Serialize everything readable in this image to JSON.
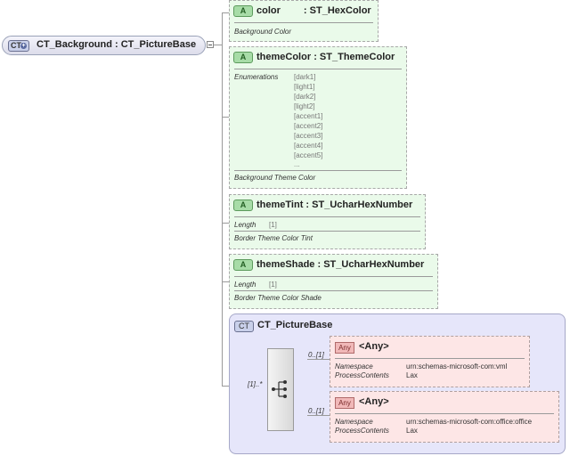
{
  "root": {
    "icon_label": "CT",
    "label": "CT_Background : CT_PictureBase"
  },
  "attributes": [
    {
      "name": "color",
      "separator": ":",
      "type": "ST_HexColor",
      "icon_label": "A",
      "description": "Background Color"
    },
    {
      "name": "themeColor",
      "separator": ":",
      "type": "ST_ThemeColor",
      "icon_label": "A",
      "facet_label": "Enumerations",
      "enumerations": [
        "[dark1]",
        "[light1]",
        "[dark2]",
        "[light2]",
        "[accent1]",
        "[accent2]",
        "[accent3]",
        "[accent4]",
        "[accent5]",
        "..."
      ],
      "description": "Background Theme Color"
    },
    {
      "name": "themeTint",
      "separator": ":",
      "type": "ST_UcharHexNumber",
      "icon_label": "A",
      "facet_label": "Length",
      "facet_value": "[1]",
      "description": "Border Theme Color Tint"
    },
    {
      "name": "themeShade",
      "separator": ":",
      "type": "ST_UcharHexNumber",
      "icon_label": "A",
      "facet_label": "Length",
      "facet_value": "[1]",
      "description": "Border Theme Color Shade"
    }
  ],
  "group": {
    "icon_label": "CT",
    "title": "CT_PictureBase",
    "occurrence": "[1]..*",
    "anys": [
      {
        "icon_label": "Any",
        "title": "<Any>",
        "occurrence": "0..[1]",
        "namespace_label": "Namespace",
        "namespace_value": "urn:schemas-microsoft-com:vml",
        "process_label": "ProcessContents",
        "process_value": "Lax"
      },
      {
        "icon_label": "Any",
        "title": "<Any>",
        "occurrence": "0..[1]",
        "namespace_label": "Namespace",
        "namespace_value": "urn:schemas-microsoft-com:office:office",
        "process_label": "ProcessContents",
        "process_value": "Lax"
      }
    ]
  },
  "colors": {
    "attribute_fill": "#eafaea",
    "group_fill": "#e6e6fa",
    "any_fill": "#fde6e6"
  }
}
